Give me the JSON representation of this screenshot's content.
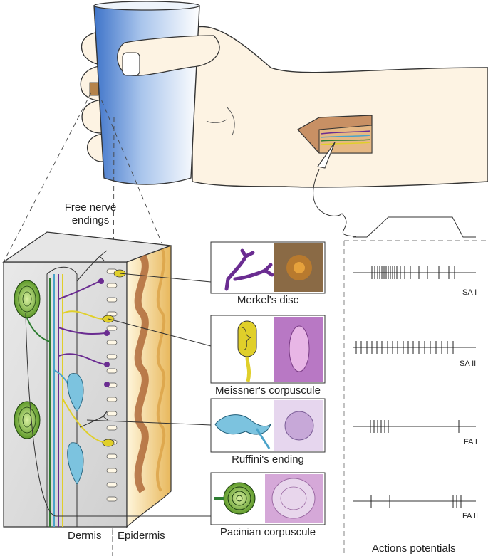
{
  "labels": {
    "free_nerve_endings": [
      "Free nerve",
      "endings"
    ],
    "dermis": "Dermis",
    "epidermis": "Epidermis",
    "actions_potentials": "Actions potentials"
  },
  "receptors": [
    {
      "name": "Merkel's disc",
      "trace": "SA I",
      "color": "#6a2c91"
    },
    {
      "name": "Meissner's corpuscule",
      "trace": "SA II",
      "color": "#e0cf2a"
    },
    {
      "name": "Ruffini's ending",
      "trace": "FA I",
      "color": "#4aa3c9"
    },
    {
      "name": "Pacinian corpuscule",
      "trace": "FA II",
      "color": "#2e7d32"
    }
  ],
  "spike_trains": {
    "SA I": [
      522,
      526,
      530,
      533,
      536,
      539,
      542,
      545,
      548,
      551,
      554,
      557,
      562,
      568,
      576,
      588,
      600,
      616,
      630,
      638
    ],
    "SA II": [
      500,
      507,
      515,
      522,
      529,
      536,
      544,
      551,
      558,
      566,
      573,
      580,
      588,
      596,
      604,
      612,
      620,
      628,
      636
    ],
    "FA I": [
      520,
      525,
      530,
      535,
      540,
      545,
      644
    ],
    "FA II": [
      521,
      547,
      636,
      641,
      647
    ]
  },
  "colors": {
    "skin": "#fdf3e3",
    "epidermis": "#f5d9a0",
    "dermis_side": "#dedede",
    "glass_shade": "#5b8fd6"
  }
}
